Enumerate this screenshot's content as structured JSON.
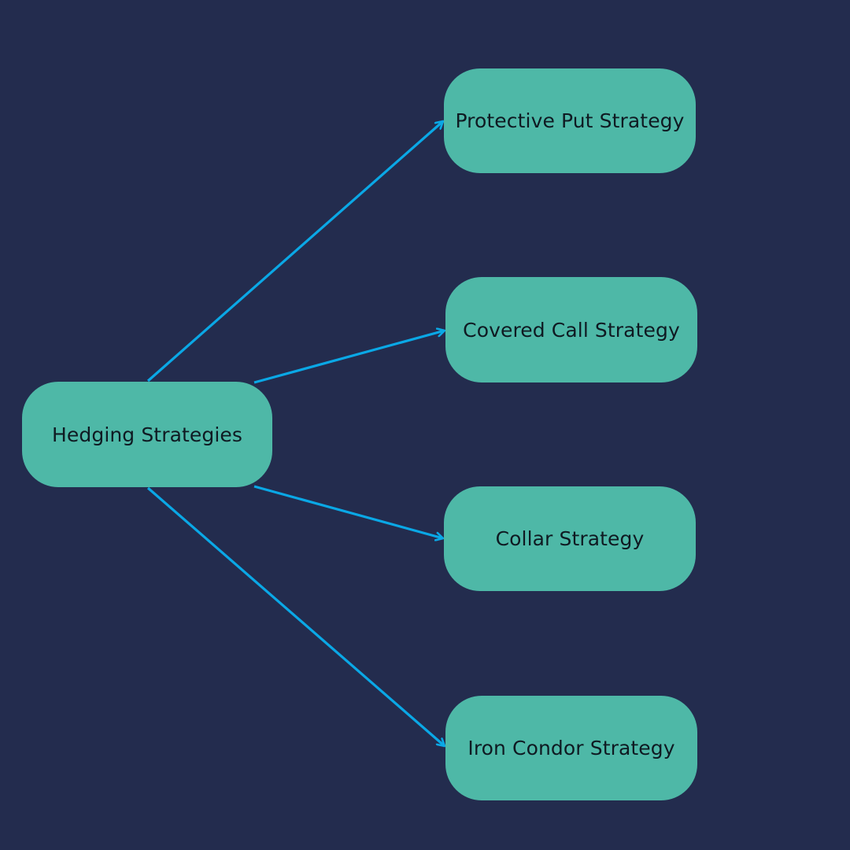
{
  "colors": {
    "background": "#232c4e",
    "node_fill": "#4eb8a7",
    "connector": "#0aa8e6"
  },
  "diagram": {
    "root": {
      "label": "Hedging Strategies"
    },
    "children": [
      {
        "label": "Protective Put Strategy"
      },
      {
        "label": "Covered Call Strategy"
      },
      {
        "label": "Collar Strategy"
      },
      {
        "label": "Iron Condor Strategy"
      }
    ]
  }
}
